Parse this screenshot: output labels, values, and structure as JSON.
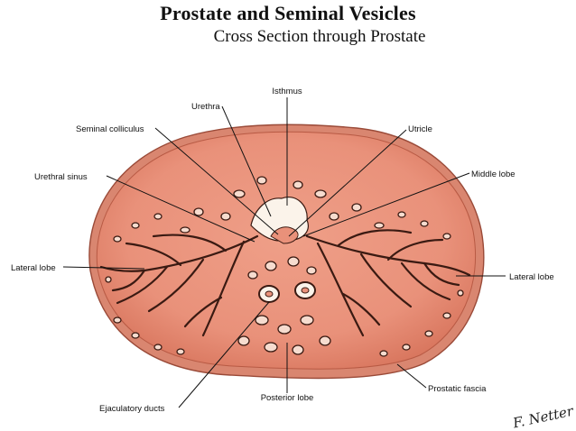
{
  "header": {
    "title": "Prostate and Seminal Vesicles",
    "subtitle": "Cross Section through Prostate"
  },
  "labels": {
    "isthmus": "Isthmus",
    "urethra": "Urethra",
    "seminal_colliculus": "Seminal colliculus",
    "utricle": "Utricle",
    "urethral_sinus": "Urethral sinus",
    "middle_lobe": "Middle lobe",
    "lateral_lobe_left": "Lateral lobe",
    "lateral_lobe_right": "Lateral lobe",
    "ejaculatory_ducts": "Ejaculatory ducts",
    "posterior_lobe": "Posterior lobe",
    "prostatic_fascia": "Prostatic fascia"
  },
  "signature": "F. Netter",
  "colors": {
    "tissue": "#e9917a",
    "tissue_dark": "#d9745d",
    "capsule": "#c96a52",
    "lumen": "#fbf3ea",
    "duct_outline": "#3a1a12"
  }
}
